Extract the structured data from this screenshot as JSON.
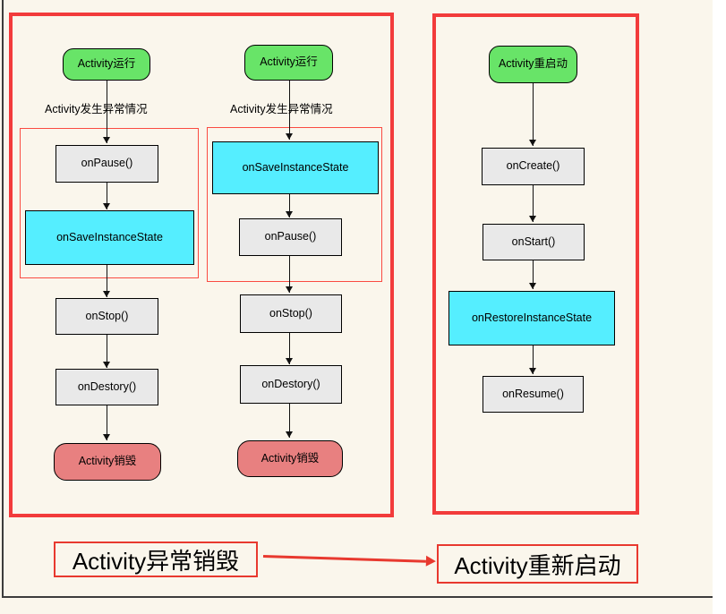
{
  "colors": {
    "page_bg": "#ffffff",
    "canvas_bg": "#faf6ec",
    "frame_red": "#f23b3b",
    "subframe_red": "#fa4b42",
    "start_green": "#68e468",
    "highlight_cyan": "#55eeff",
    "end_salmon": "#e88080",
    "process_gray": "#e9e9e9",
    "arrow_black": "#111111",
    "footer_arrow_red": "#e8392f"
  },
  "diagram": {
    "left_group": {
      "columns": [
        {
          "start": "Activity运行",
          "condition": "Activity发生异常情况",
          "steps": [
            "onPause()",
            "onSaveInstanceState",
            "onStop()",
            "onDestory()"
          ],
          "end": "Activity销毁"
        },
        {
          "start": "Activity运行",
          "condition": "Activity发生异常情况",
          "steps": [
            "onSaveInstanceState",
            "onPause()",
            "onStop()",
            "onDestory()"
          ],
          "end": "Activity销毁"
        }
      ]
    },
    "right_group": {
      "start": "Activity重启动",
      "steps": [
        "onCreate()",
        "onStart()",
        "onRestoreInstanceState",
        "onResume()"
      ]
    }
  },
  "footer": {
    "source_label": "Activity异常销毁",
    "target_label": "Activity重新启动"
  }
}
